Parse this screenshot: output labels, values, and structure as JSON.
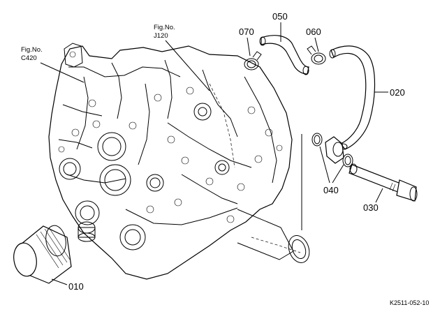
{
  "labels": {
    "fig_c420_line1": "Fig.No.",
    "fig_c420_line2": "C420",
    "fig_j120_line1": "Fig.No.",
    "fig_j120_line2": "J120",
    "part_050": "050",
    "part_070": "070",
    "part_060": "060",
    "part_020": "020",
    "part_040": "040",
    "part_030": "030",
    "part_010": "010",
    "drawing_code": "K2511-052-10"
  }
}
